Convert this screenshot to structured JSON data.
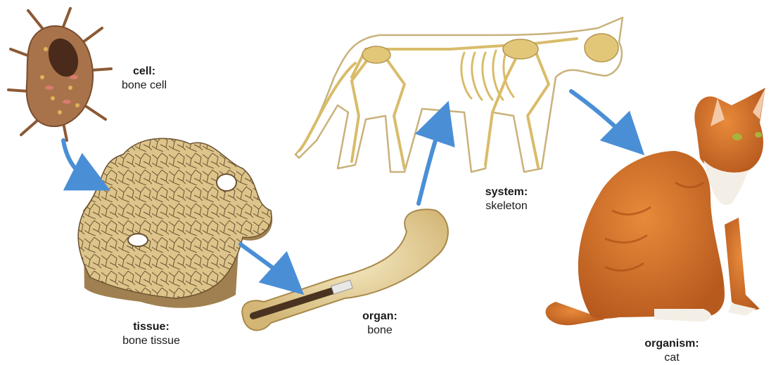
{
  "stages": [
    {
      "id": "cell",
      "level": "cell:",
      "example": "bone cell"
    },
    {
      "id": "tissue",
      "level": "tissue:",
      "example": "bone tissue"
    },
    {
      "id": "organ",
      "level": "organ:",
      "example": "bone"
    },
    {
      "id": "system",
      "level": "system:",
      "example": "skeleton"
    },
    {
      "id": "organism",
      "level": "organism:",
      "example": "cat"
    }
  ],
  "colors": {
    "arrow": "#4a8fd6",
    "bone": "#e6d29a",
    "bone_outline": "#b89a52",
    "cell": "#a8734a",
    "cat_fur": "#d8742c",
    "cat_white": "#f4efe6"
  }
}
